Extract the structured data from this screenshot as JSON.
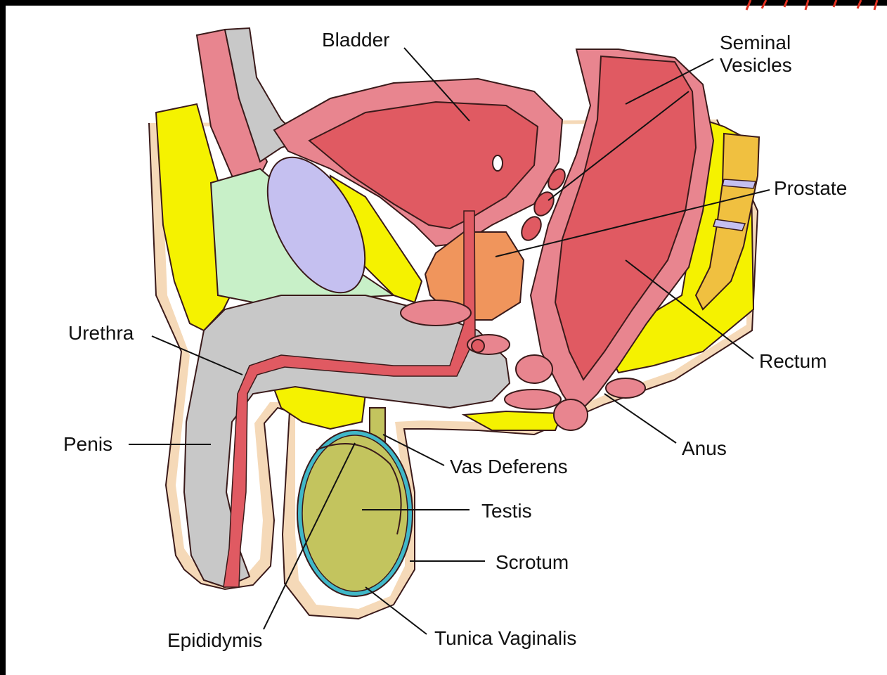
{
  "labels": {
    "bladder": "Bladder",
    "seminal_1": "Seminal",
    "seminal_2": "Vesicles",
    "prostate": "Prostate",
    "urethra": "Urethra",
    "rectum": "Rectum",
    "penis": "Penis",
    "anus": "Anus",
    "vas_deferens": "Vas Deferens",
    "testis": "Testis",
    "scrotum": "Scrotum",
    "epididymis": "Epididymis",
    "tunica_vaginalis": "Tunica Vaginalis"
  },
  "colors": {
    "background": "#000000",
    "panel": "#ffffff",
    "muscle": "#e8858f",
    "muscle_dark": "#e05a62",
    "fat": "#f5f200",
    "prostate": "#f0955c",
    "pubic_bone": "#c5c0f0",
    "grey_tissue": "#c8c8c8",
    "connective": "#c8f0c8",
    "testis": "#c3c45e",
    "tunica": "#40b8c8",
    "skin": "#f5d9b8",
    "sacrum": "#f0c040"
  }
}
